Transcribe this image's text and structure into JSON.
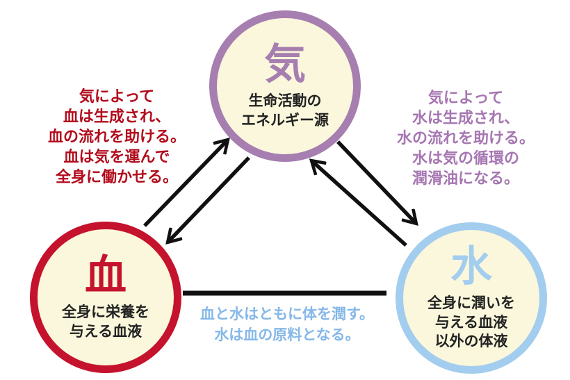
{
  "nodes": {
    "qi": {
      "symbol": "気",
      "label": "生命活動の\nエネルギー源"
    },
    "blood": {
      "symbol": "血",
      "label": "全身に栄養を\n与える血液"
    },
    "water": {
      "symbol": "水",
      "label": "全身に潤いを\n与える血液\n以外の体液"
    }
  },
  "notes": {
    "qi_blood": {
      "text": "気によって\n血は生成され、\n血の流れを助ける。\n血は気を運んで\n全身に働かせる。"
    },
    "qi_water": {
      "text": "気によって\n水は生成され、\n水の流れを助ける。\n水は気の循環の\n潤滑油になる。"
    },
    "blood_water": {
      "text": "血と水はともに体を潤す。\n水は血の原料となる。"
    }
  },
  "colors": {
    "qi": "#a67eb0",
    "blood": "#c5122d",
    "water": "#a3cdee",
    "fill": "#faf7dc",
    "ink": "#222222",
    "note_red": "#b20c1c",
    "note_purple": "#a676b2",
    "note_blue": "#85b8e8",
    "arrow": "#111111"
  }
}
